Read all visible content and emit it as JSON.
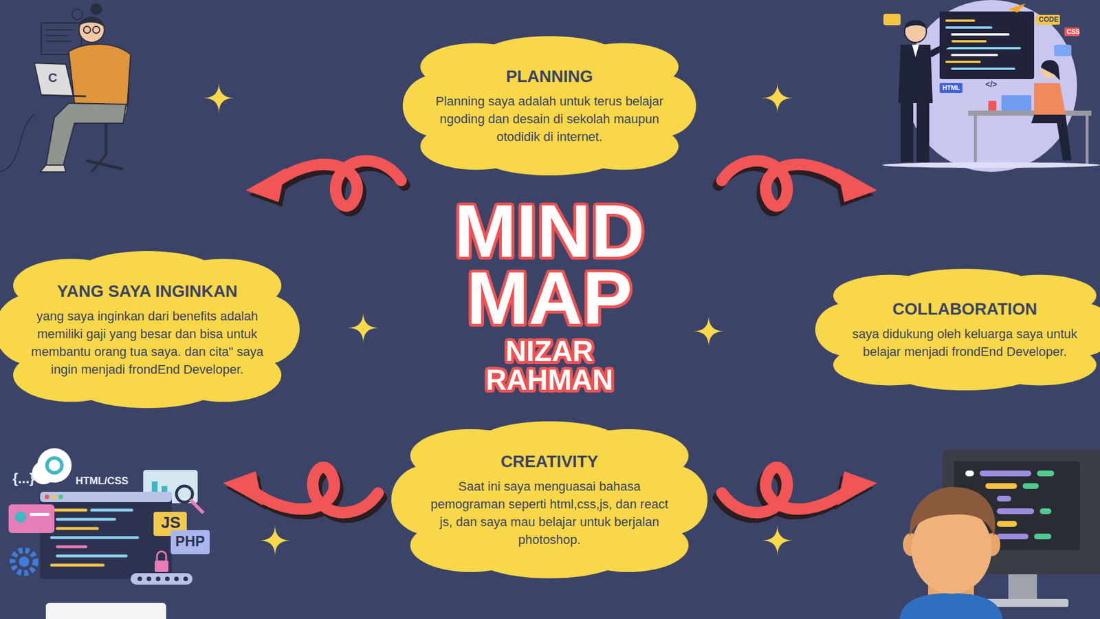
{
  "diagram": {
    "title": "MIND MAP",
    "nodes": [
      {
        "text": [
          "PLANNING",
          "Planning saya adalah untuk terus belajar ngoding dan desain di sekolah maupun otodidik di internet."
        ]
      },
      {
        "text": [
          "YANG SAYA INGINKAN",
          "yang saya inginkan dari benefits adalah memiliki gaji yang besar dan bisa untuk membantu orang tua saya. dan cita\" saya ingin menjadi frondEnd Developer."
        ]
      },
      {
        "text": [
          "COLLABORATION",
          "saya didukung oleh keluarga saya untuk belajar menjadi frondEnd Developer."
        ]
      },
      {
        "text": [
          "CREATIVITY",
          "Saat ini saya menguasai bahasa pemograman seperti html,css,js, dan react js, dan saya mau belajar untuk berjalan photoshop."
        ]
      }
    ],
    "labels": [
      "NIZAR RAHMAN",
      "C",
      "CODE",
      "CSS",
      "HTML",
      "</>",
      "{...}",
      "HTML/CSS",
      "JS",
      "PHP"
    ]
  }
}
